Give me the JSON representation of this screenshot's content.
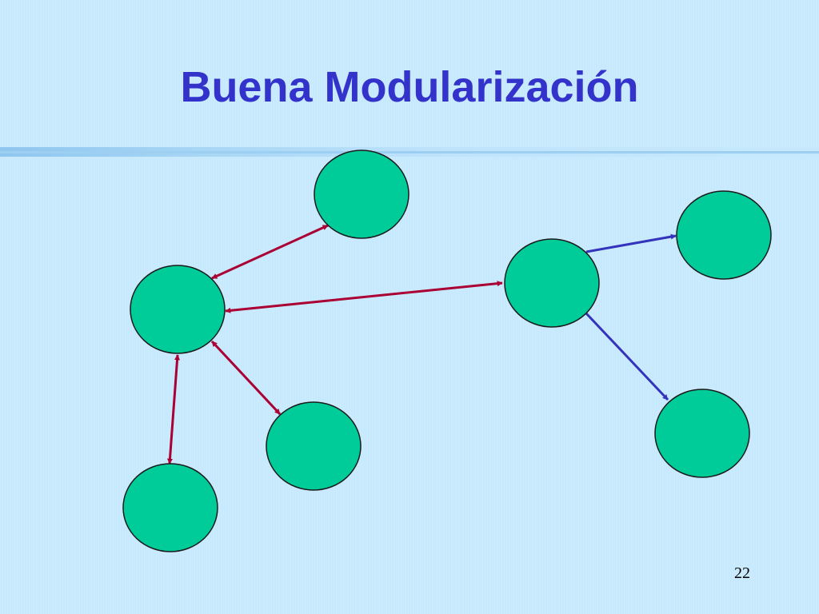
{
  "slide": {
    "title": "Buena Modularización",
    "page_number": "22"
  },
  "colors": {
    "background": "#c6e9fd",
    "title": "#3333cc",
    "node_fill": "#00cc99",
    "node_stroke": "#1a1a1a",
    "bidirectional_edge": "#aa0033",
    "directed_edge": "#3333bb"
  },
  "diagram": {
    "nodes": [
      {
        "id": "n1"
      },
      {
        "id": "n2"
      },
      {
        "id": "n3"
      },
      {
        "id": "n4"
      },
      {
        "id": "n5"
      },
      {
        "id": "n6"
      },
      {
        "id": "n7"
      }
    ],
    "edges": [
      {
        "from": "n1",
        "to": "n2",
        "direction": "both"
      },
      {
        "from": "n1",
        "to": "n3",
        "direction": "both"
      },
      {
        "from": "n1",
        "to": "n4",
        "direction": "both"
      },
      {
        "from": "n1",
        "to": "n5",
        "direction": "both"
      },
      {
        "from": "n3",
        "to": "n6",
        "direction": "forward"
      },
      {
        "from": "n3",
        "to": "n7",
        "direction": "forward"
      }
    ]
  }
}
